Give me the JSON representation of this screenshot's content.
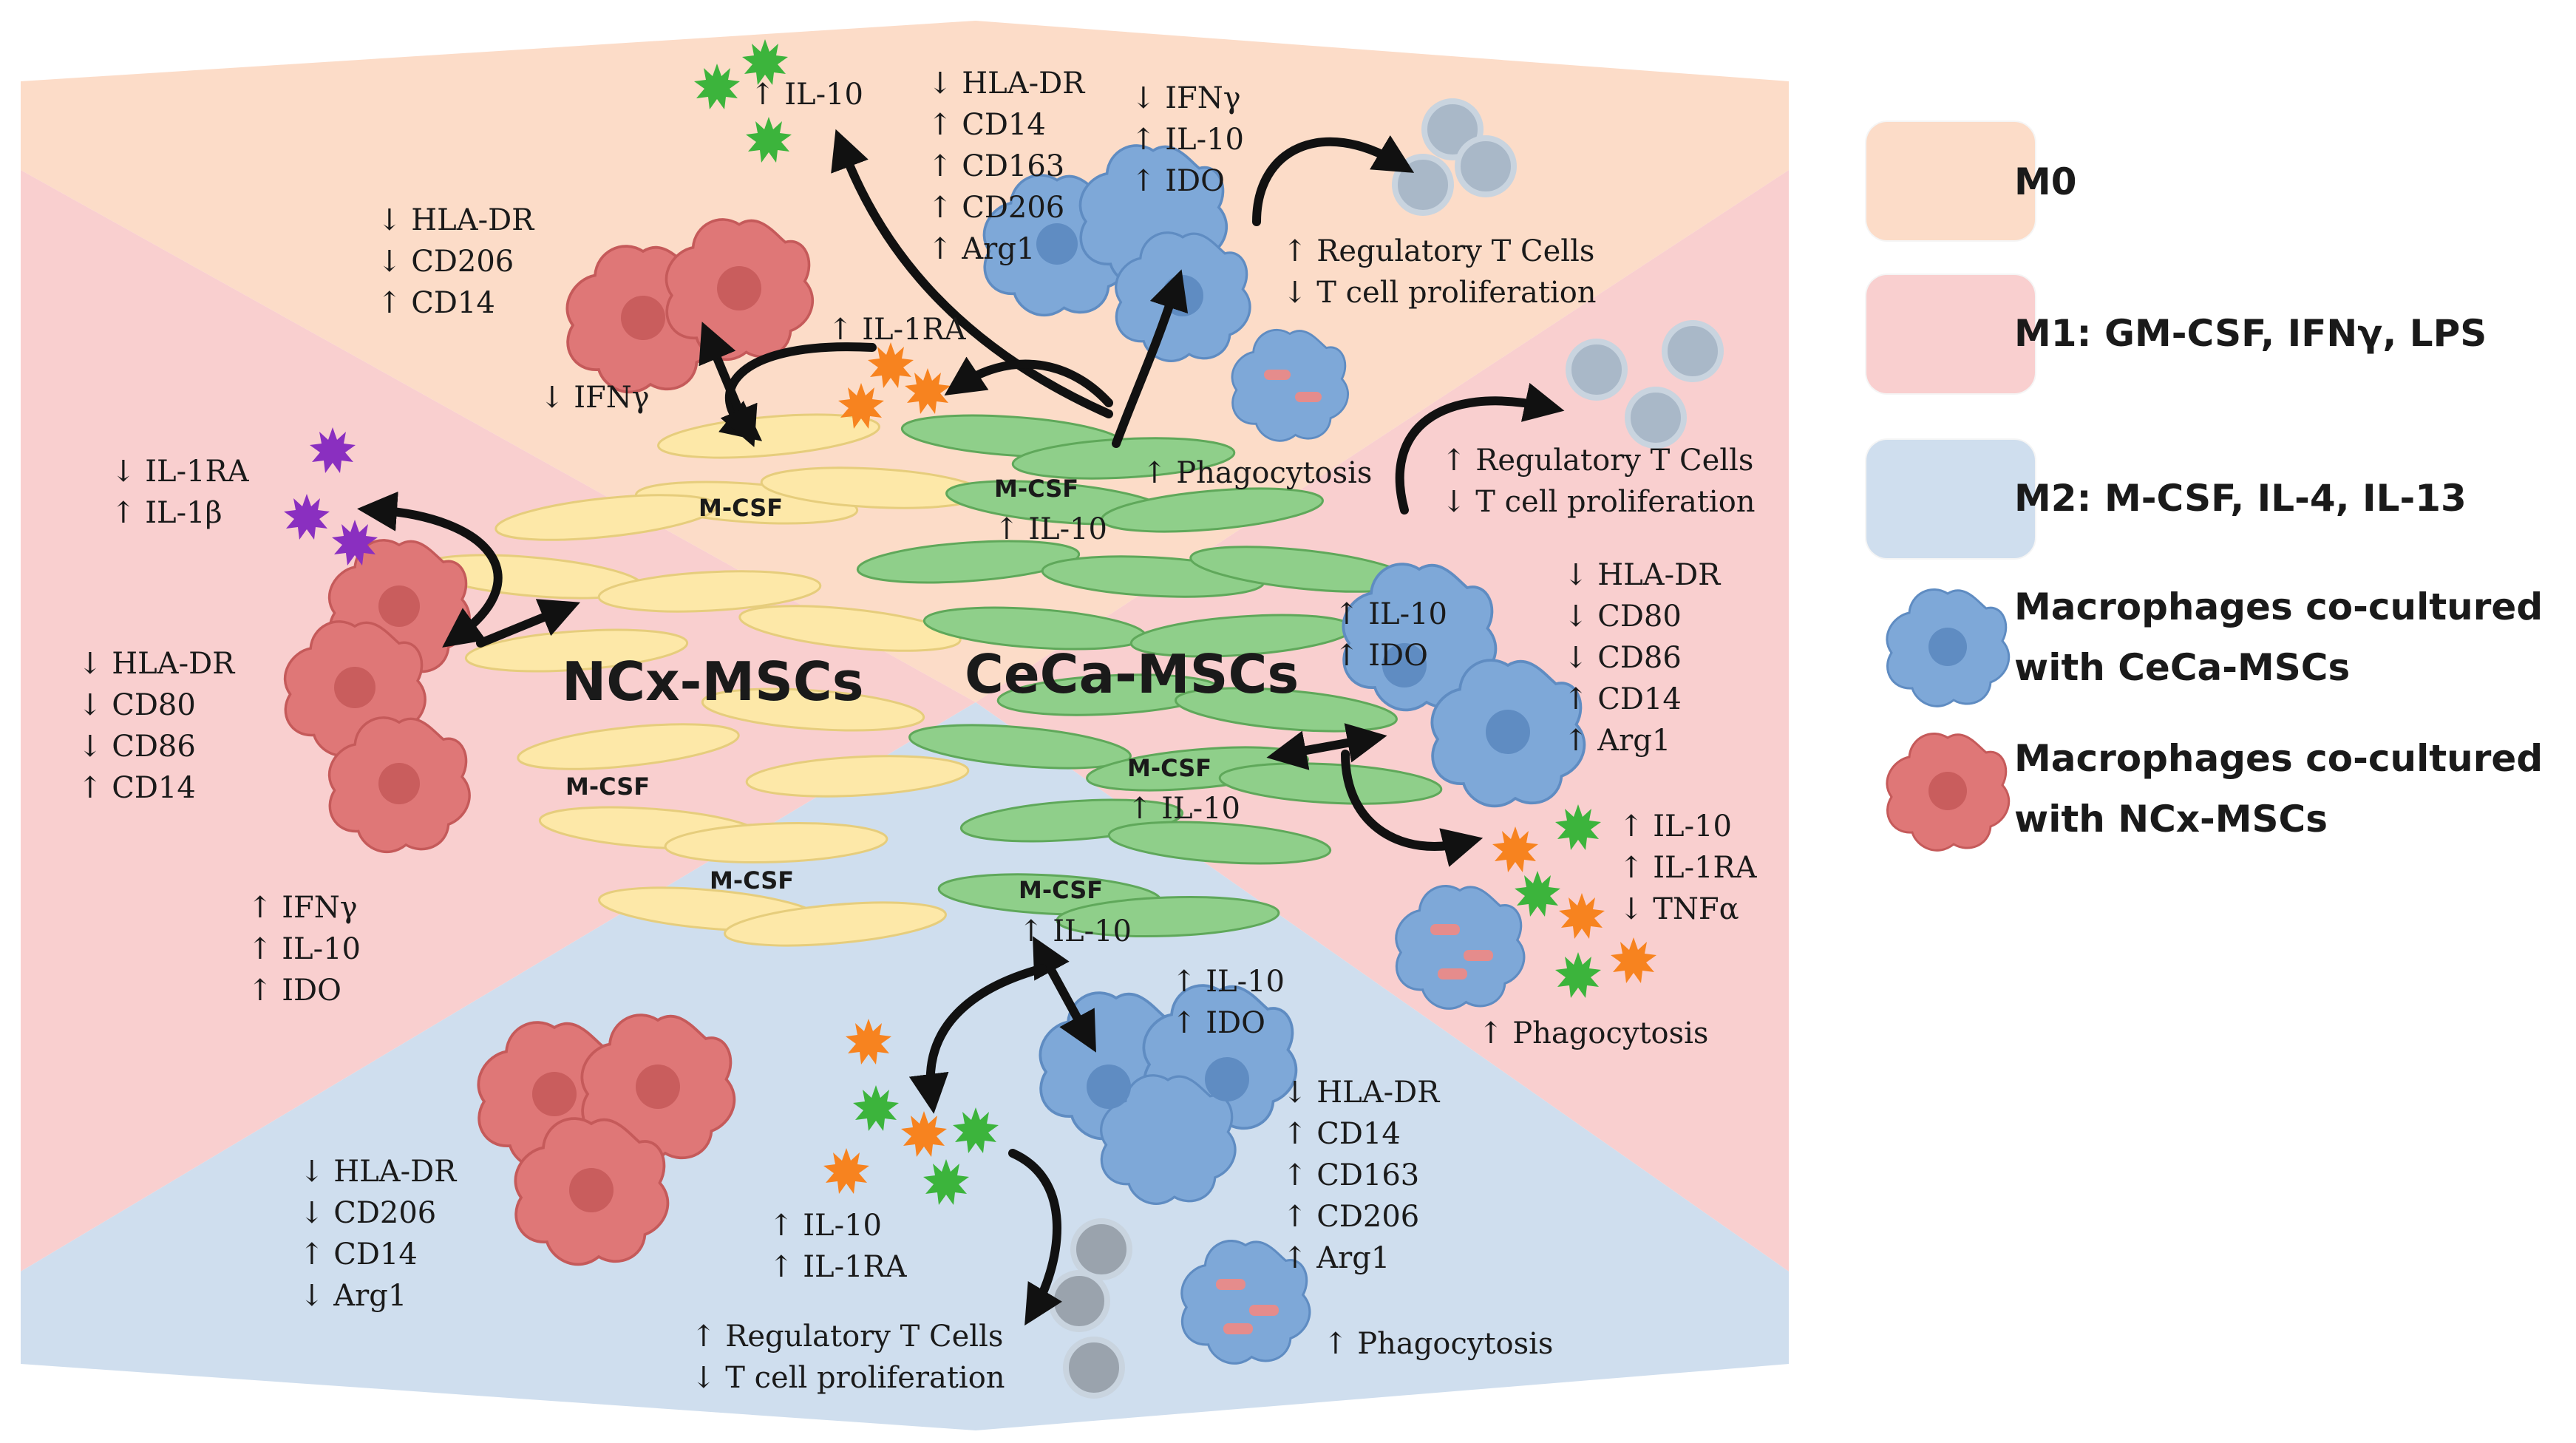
{
  "colors": {
    "m0": "#fcdcc8",
    "m1": "#f9cfcf",
    "m2": "#cfdeee",
    "blue_macrophage": "#7ea8d8",
    "red_macrophage": "#df7777",
    "ncx_msc": "#fde8a8",
    "ceca_msc": "#8fcf8a",
    "il10_star": "#3cb43c",
    "il1ra_star": "#f7831f",
    "il1b_star": "#8a2fc0"
  },
  "msc": {
    "ncx_title": "NCx-MSCs",
    "ceca_title": "CeCa-MSCs",
    "mcsf": "M-CSF",
    "mcsf_il10": "↑ IL-10"
  },
  "m0": {
    "il10_top": "↑ IL-10",
    "ceca_markers": [
      "↓ HLA-DR",
      "↑ CD14",
      "↑ CD163",
      "↑ CD206",
      "↑ Arg1"
    ],
    "ceca_cytokines": [
      "↓ IFNγ",
      "↑ IL-10",
      "↑ IDO"
    ],
    "treg_effect": [
      "↑ Regulatory T Cells",
      "↓ T cell proliferation"
    ],
    "ncx_markers": [
      "↓ HLA-DR",
      "↓ CD206",
      "↑ CD14"
    ],
    "il1ra": "↑ IL-1RA",
    "ifng": "↓ IFNγ",
    "phagocytosis": "↑ Phagocytosis"
  },
  "m1_left": {
    "cytokines": [
      "↓ IL-1RA",
      "↑ IL-1β"
    ],
    "markers": [
      "↓ HLA-DR",
      "↓ CD80",
      "↓ CD86",
      "↑ CD14"
    ],
    "secreted": [
      "↑ IFNγ",
      "↑ IL-10",
      "↑ IDO"
    ]
  },
  "m1_right": {
    "treg_effect": [
      "↑ Regulatory T Cells",
      "↓ T cell proliferation"
    ],
    "cytokines": [
      "↑ IL-10",
      "↑ IDO"
    ],
    "markers": [
      "↓ HLA-DR",
      "↓ CD80",
      "↓ CD86",
      "↑ CD14",
      "↑ Arg1"
    ],
    "secreted": [
      "↑ IL-10",
      "↑ IL-1RA",
      "↓ TNFα"
    ],
    "phagocytosis": "↑ Phagocytosis"
  },
  "m2": {
    "ceca_cytokines": [
      "↑ IL-10",
      "↑ IDO"
    ],
    "ceca_markers": [
      "↓ HLA-DR",
      "↑ CD14",
      "↑ CD163",
      "↑ CD206",
      "↑ Arg1"
    ],
    "ncx_markers": [
      "↓ HLA-DR",
      "↓ CD206",
      "↑ CD14",
      "↓ Arg1"
    ],
    "secreted": [
      "↑ IL-10",
      "↑ IL-1RA"
    ],
    "treg_effect": [
      "↑ Regulatory T Cells",
      "↓ T cell proliferation"
    ],
    "phagocytosis": "↑ Phagocytosis"
  },
  "legend": {
    "m0": "M0",
    "m1": "M1: GM-CSF, IFNγ, LPS",
    "m2": "M2: M-CSF, IL-4, IL-13",
    "ceca": [
      "Macrophages co-cultured",
      "with CeCa-MSCs"
    ],
    "ncx": [
      "Macrophages co-cultured",
      "with NCx-MSCs"
    ]
  }
}
